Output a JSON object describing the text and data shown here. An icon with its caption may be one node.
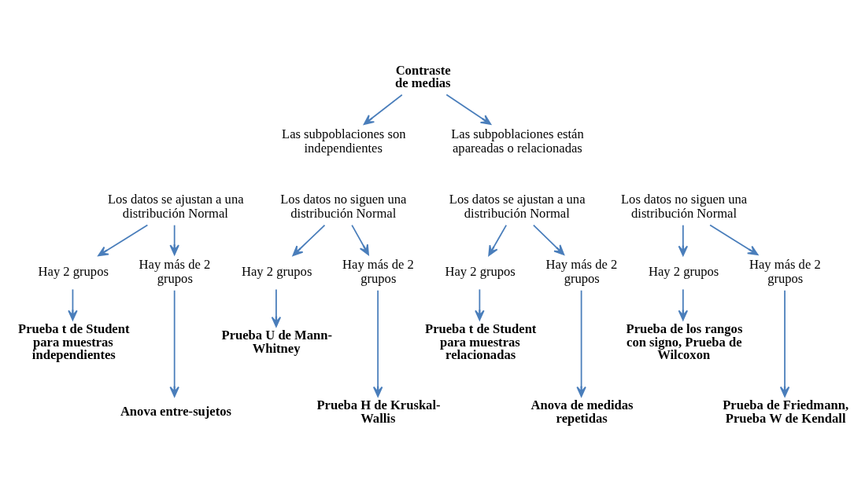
{
  "diagram": {
    "nodes": [
      {
        "text": [
          "Contraste de medias"
        ]
      },
      {
        "text": [
          "Las subpoblaciones son independientes"
        ]
      },
      {
        "text": [
          "Las subpoblaciones están apareadas o relacionadas"
        ]
      },
      {
        "text": [
          "Los datos se ajustan a una distribución Normal"
        ]
      },
      {
        "text": [
          "Los datos no siguen una distribución Normal"
        ]
      },
      {
        "text": [
          "Los datos se ajustan a una distribución Normal"
        ]
      },
      {
        "text": [
          "Los datos no siguen una distribución Normal"
        ]
      },
      {
        "text": [
          "Hay 2 grupos"
        ]
      },
      {
        "text": [
          "Hay más de 2 grupos"
        ]
      },
      {
        "text": [
          "Hay 2 grupos"
        ]
      },
      {
        "text": [
          "Hay más de 2 grupos"
        ]
      },
      {
        "text": [
          "Hay 2 grupos"
        ]
      },
      {
        "text": [
          "Hay más de 2 grupos"
        ]
      },
      {
        "text": [
          "Hay 2 grupos"
        ]
      },
      {
        "text": [
          "Hay más de 2 grupos"
        ]
      },
      {
        "text": [
          "Prueba t de Student para muestras independientes"
        ]
      },
      {
        "text": [
          "Anova entre-sujetos"
        ]
      },
      {
        "text": [
          "Prueba U de Mann-Whitney"
        ]
      },
      {
        "text": [
          "Prueba H de Kruskal-Wallis"
        ]
      },
      {
        "text": [
          "Prueba t de Student para muestras relacionadas"
        ]
      },
      {
        "text": [
          "Anova de medidas repetidas"
        ]
      },
      {
        "text": [
          "Prueba de los rangos con signo, Prueba de Wilcoxon"
        ]
      },
      {
        "text": [
          "Prueba de Friedmann, Prueba W de Kendall"
        ]
      }
    ],
    "edges": [
      {
        "from": 0,
        "to": 1,
        "arrow": "to"
      },
      {
        "from": 0,
        "to": 2,
        "arrow": "to"
      },
      {
        "from": 3,
        "to": 7,
        "arrow": "to"
      },
      {
        "from": 3,
        "to": 8,
        "arrow": "to"
      },
      {
        "from": 4,
        "to": 9,
        "arrow": "to"
      },
      {
        "from": 4,
        "to": 10,
        "arrow": "to"
      },
      {
        "from": 5,
        "to": 11,
        "arrow": "to"
      },
      {
        "from": 5,
        "to": 12,
        "arrow": "to"
      },
      {
        "from": 6,
        "to": 13,
        "arrow": "to"
      },
      {
        "from": 6,
        "to": 14,
        "arrow": "to"
      },
      {
        "from": 7,
        "to": 15,
        "arrow": "to"
      },
      {
        "from": 8,
        "to": 16,
        "arrow": "to"
      },
      {
        "from": 9,
        "to": 17,
        "arrow": "to"
      },
      {
        "from": 10,
        "to": 18,
        "arrow": "to"
      },
      {
        "from": 11,
        "to": 19,
        "arrow": "to"
      },
      {
        "from": 12,
        "to": 20,
        "arrow": "to"
      },
      {
        "from": 13,
        "to": 21,
        "arrow": "to"
      },
      {
        "from": 14,
        "to": 22,
        "arrow": "to"
      }
    ]
  }
}
